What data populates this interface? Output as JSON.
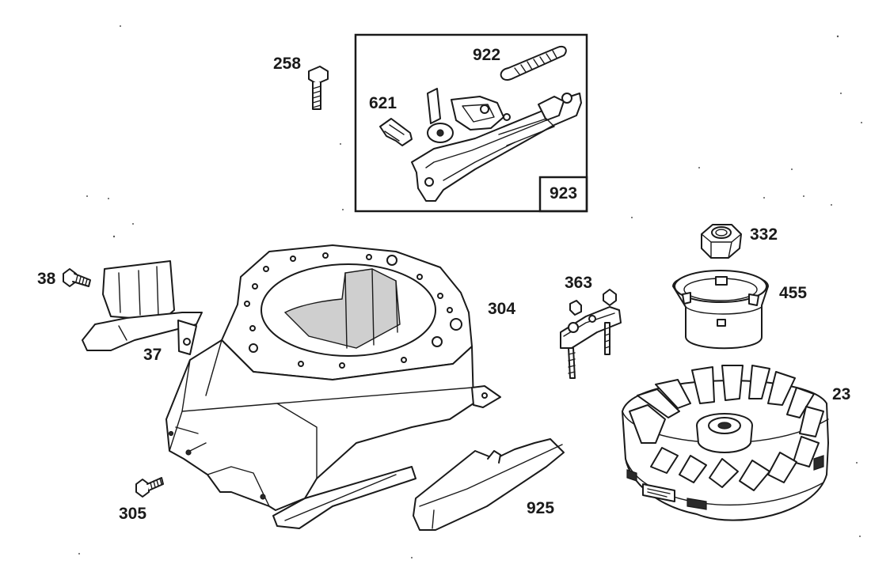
{
  "labels": {
    "p258": "258",
    "p922": "922",
    "p621": "621",
    "p923": "923",
    "p332": "332",
    "p38": "38",
    "p304": "304",
    "p363": "363",
    "p455": "455",
    "p37": "37",
    "p23": "23",
    "p305": "305",
    "p925": "925"
  }
}
